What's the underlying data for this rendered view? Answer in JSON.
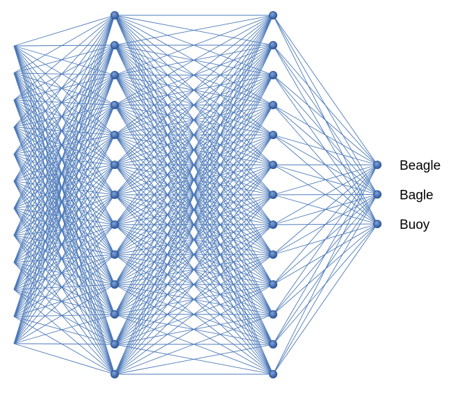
{
  "network": {
    "node_color": "#4472c4",
    "edge_color": "#4a78b8",
    "layers": [
      {
        "name": "input",
        "node_count": 12,
        "visible_nodes": false
      },
      {
        "name": "hidden-1",
        "node_count": 13,
        "visible_nodes": true
      },
      {
        "name": "hidden-2",
        "node_count": 13,
        "visible_nodes": true
      },
      {
        "name": "output",
        "node_count": 3,
        "visible_nodes": true
      }
    ],
    "connectivity": "fully-connected",
    "output_labels": [
      "Beagle",
      "Bagle",
      "Buoy"
    ]
  }
}
